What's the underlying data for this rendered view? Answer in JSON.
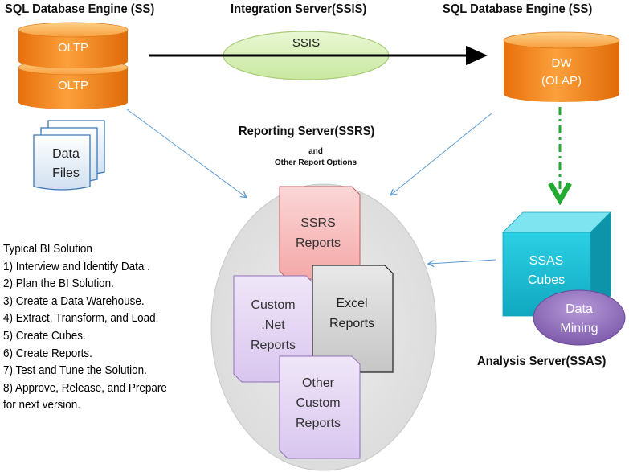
{
  "header": {
    "left_title": "SQL Database Engine (SS)",
    "center_title": "Integration Server(SSIS)",
    "right_title": "SQL Database Engine (SS)"
  },
  "sources": {
    "oltp_top": "OLTP",
    "oltp_bottom": "OLTP",
    "data_files_line1": "Data",
    "data_files_line2": "Files"
  },
  "ssis": {
    "label": "SSIS"
  },
  "warehouse": {
    "line1": "DW",
    "line2": "(OLAP)"
  },
  "reporting": {
    "title": "Reporting Server(SSRS)",
    "sub1": "and",
    "sub2": "Other Report Options",
    "ssrs_line1": "SSRS",
    "ssrs_line2": "Reports",
    "custom_line1": "Custom",
    "custom_line2": ".Net",
    "custom_line3": "Reports",
    "excel_line1": "Excel",
    "excel_line2": "Reports",
    "other_line1": "Other",
    "other_line2": "Custom",
    "other_line3": "Reports"
  },
  "analysis": {
    "cube_line1": "SSAS",
    "cube_line2": "Cubes",
    "mining_line1": "Data",
    "mining_line2": "Mining",
    "title": "Analysis Server(SSAS)"
  },
  "steps": {
    "title": "Typical BI Solution",
    "items": [
      "1) Interview and Identify Data .",
      "2) Plan the BI Solution.",
      "3) Create a Data Warehouse.",
      "4) Extract, Transform, and Load.",
      "5) Create Cubes.",
      "6) Create Reports.",
      "7) Test and Tune the Solution.",
      "8) Approve, Release, and Prepare",
      "for next version."
    ]
  },
  "colors": {
    "orange": "#f58a1f",
    "green_ellipse": "#d8f0b0",
    "ssrs_red": "#f8c4c4",
    "custom_purple": "#e4d6f4",
    "excel_gray": "#d8d8d8",
    "cube_cyan": "#20c4d8",
    "mining_purple": "#8e6bb8",
    "arrow_blue": "#5b9bd5",
    "green_dash": "#22aa33"
  }
}
